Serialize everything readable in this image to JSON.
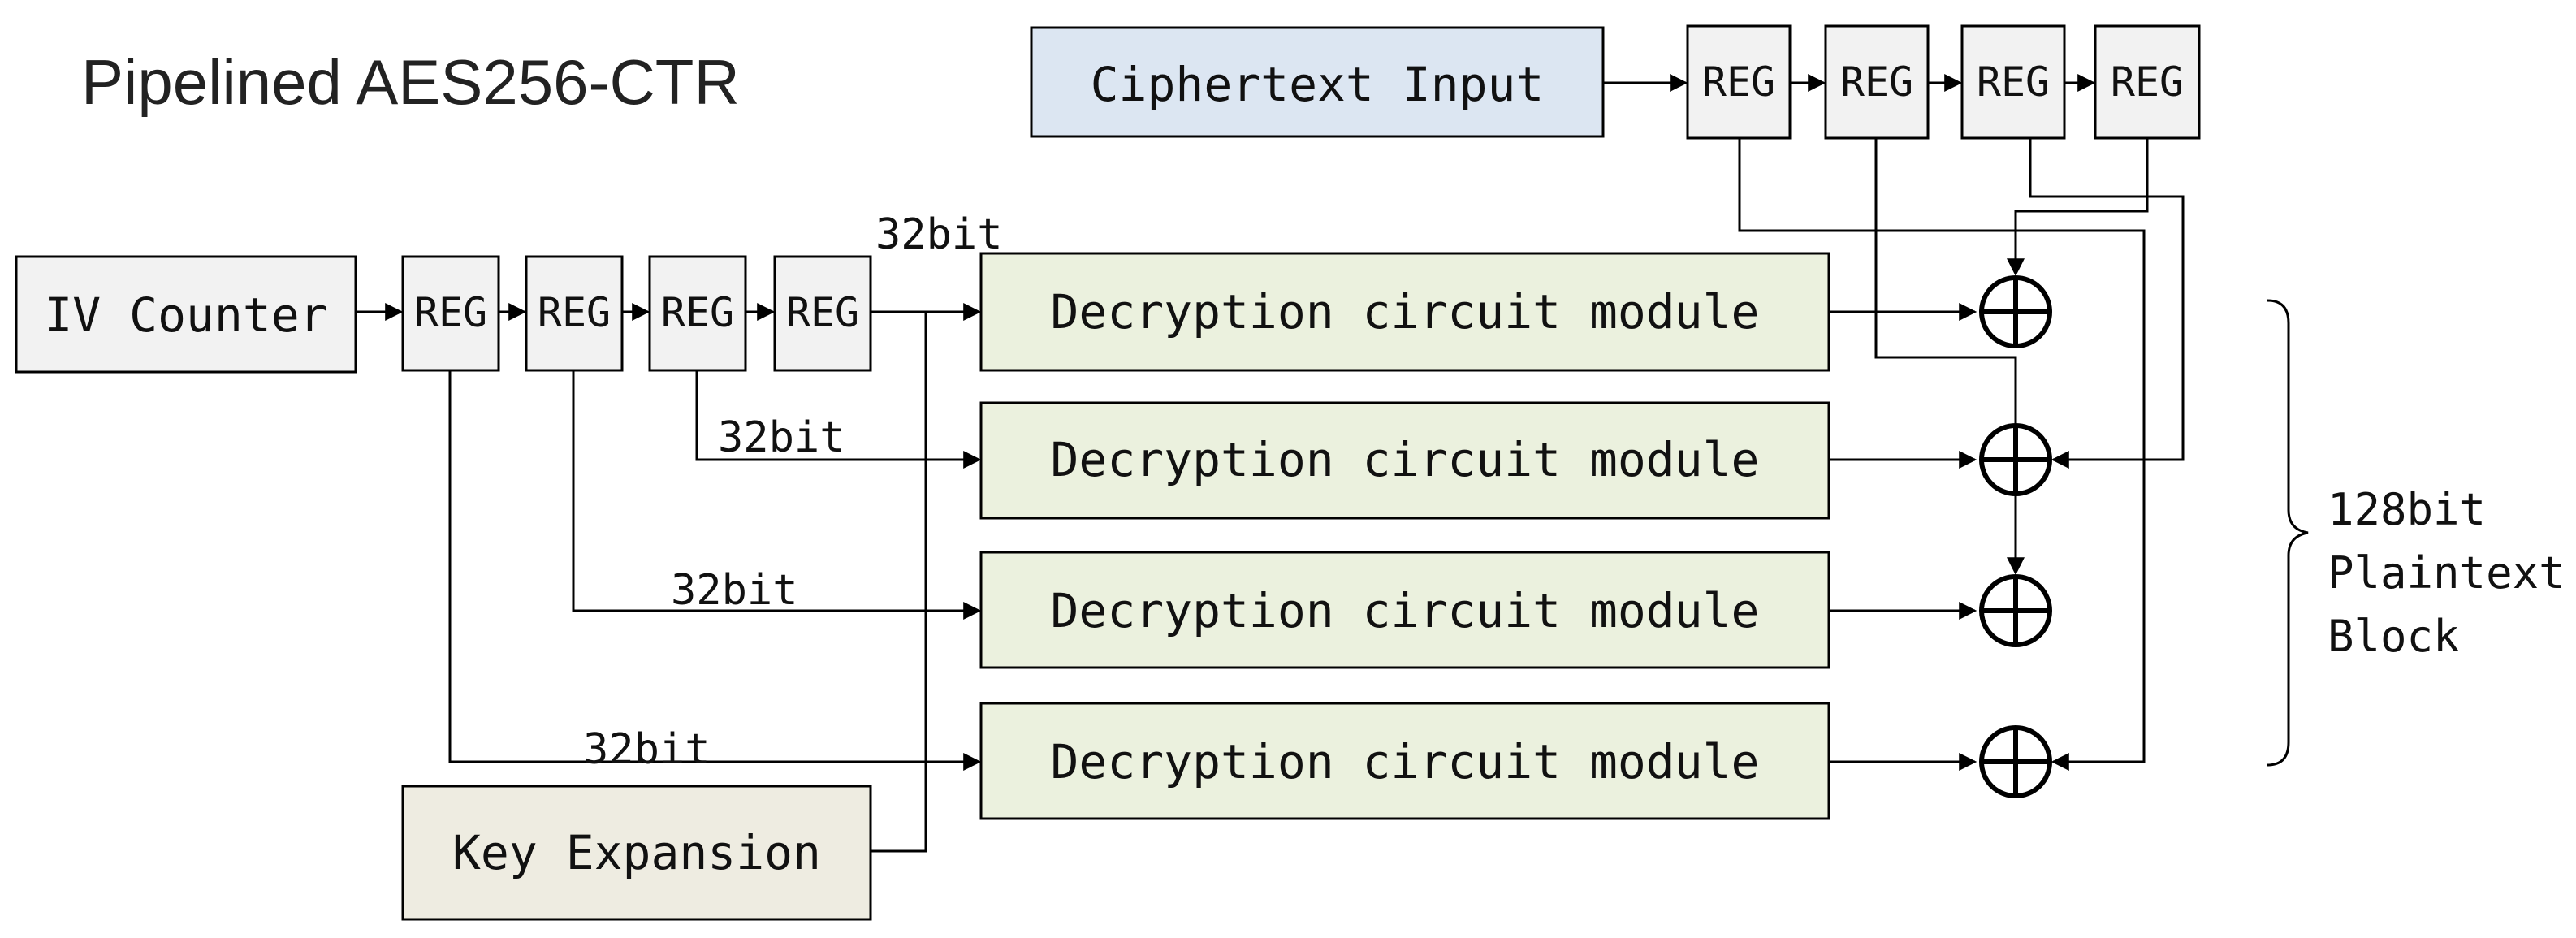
{
  "title": "Pipelined AES256-CTR",
  "colors": {
    "ciphertext_fill": "#dce6f2",
    "register_fill": "#f2f2f2",
    "counter_fill": "#f2f2f2",
    "decryption_fill": "#ebf1de",
    "key_fill": "#eeece1",
    "line": "#000000"
  },
  "ciphertext_input": {
    "label": "Ciphertext Input"
  },
  "ciphertext_registers": [
    "REG",
    "REG",
    "REG",
    "REG"
  ],
  "iv_counter": {
    "label": "IV Counter"
  },
  "counter_registers": [
    "REG",
    "REG",
    "REG",
    "REG"
  ],
  "key_expansion": {
    "label": "Key Expansion"
  },
  "decryption_modules": [
    "Decryption circuit module",
    "Decryption circuit module",
    "Decryption circuit module",
    "Decryption circuit module"
  ],
  "bus_labels": [
    "32bit",
    "32bit",
    "32bit",
    "32bit"
  ],
  "output": {
    "line1": "128bit",
    "line2": "Plaintext",
    "line3": "Block"
  },
  "icons": {
    "xor": "xor-icon",
    "arrow": "arrowhead-icon",
    "brace": "right-brace-icon"
  }
}
